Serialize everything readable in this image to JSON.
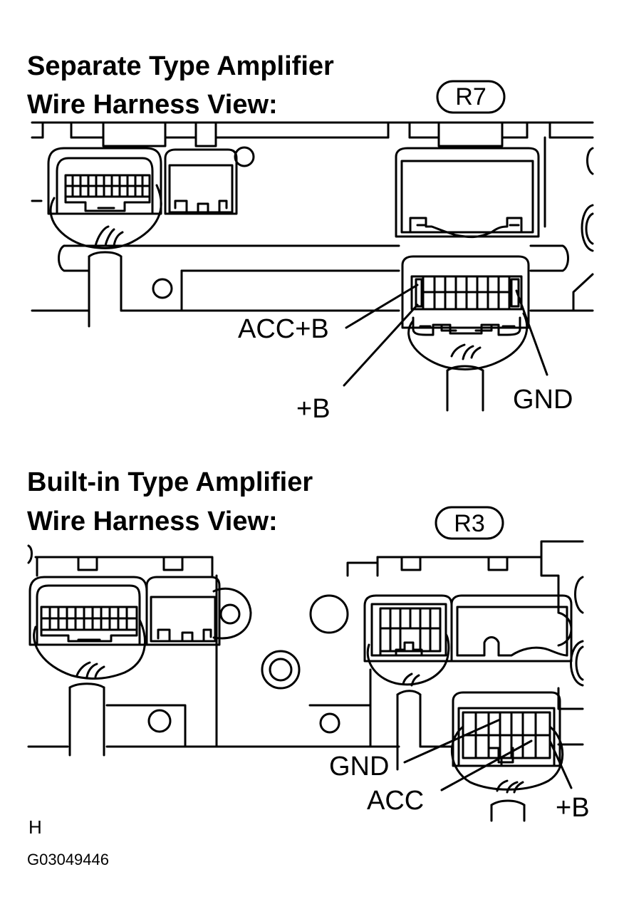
{
  "section1": {
    "title_line1": "Separate Type Amplifier",
    "title_line2": "Wire Harness View:",
    "connector_code": "R7",
    "pin_labels": {
      "acc_b": "ACC+B",
      "b": "+B",
      "gnd": "GND"
    }
  },
  "section2": {
    "title_line1": "Built-in  Type Amplifier",
    "title_line2": "Wire Harness View:",
    "connector_code": "R3",
    "pin_labels": {
      "gnd": "GND",
      "acc": "ACC",
      "b": "+B"
    }
  },
  "footer": {
    "mark": "H",
    "figure_code": "G03049446"
  }
}
